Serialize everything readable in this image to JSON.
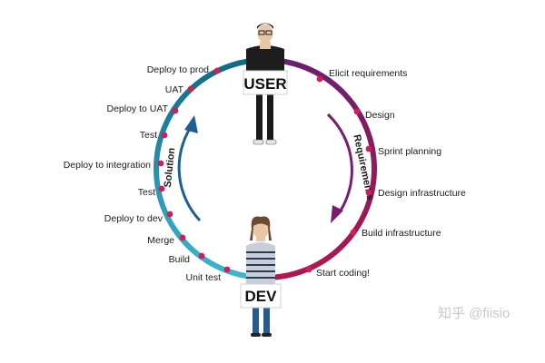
{
  "cycle": {
    "top_label": "USER",
    "bottom_label": "DEV",
    "requirements_label": "Requirements",
    "solution_label": "Solution",
    "requirements_steps": [
      "Elicit requirements",
      "Design",
      "Sprint planning",
      "Design infrastructure",
      "Build infrastructure",
      "Start coding!"
    ],
    "solution_steps": [
      "Unit test",
      "Build",
      "Merge",
      "Deploy to dev",
      "Test",
      "Deploy to integration",
      "Test",
      "Deploy to UAT",
      "UAT",
      "Deploy to prod"
    ]
  },
  "watermark": "知乎 @fiisio",
  "colors": {
    "requirements_arc_start": "#6b1f6e",
    "requirements_arc_end": "#b0174f",
    "solution_arc_start": "#3db6cf",
    "solution_arc_end": "#0f6a86",
    "step_dot": "#cf1f57",
    "requirements_arrow": "#7a1b72",
    "solution_arrow": "#1f5d95"
  }
}
